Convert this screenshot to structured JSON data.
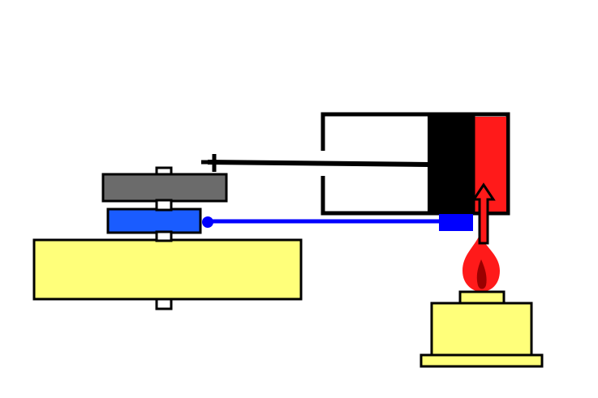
{
  "diagram": {
    "description_text": "",
    "colors": {
      "background": "#ffffff",
      "outline": "#000000",
      "base_fill": "#ffff7a",
      "flywheel_fill": "#6b6b6b",
      "crank_fill": "#1a5cff",
      "connecting_rod": "#0000ff",
      "hot_end": "#ff1a1a",
      "displacer": "#000000",
      "flame_outer": "#ff1a1a",
      "flame_inner": "#9a0000",
      "arrow_fill": "#ff1a1a"
    },
    "components": [
      "base",
      "axle",
      "flywheel",
      "crank-disc",
      "connecting-rod",
      "piston-rod",
      "cylinder",
      "displacer",
      "hot-end",
      "heat-arrow",
      "flame",
      "burner"
    ]
  }
}
